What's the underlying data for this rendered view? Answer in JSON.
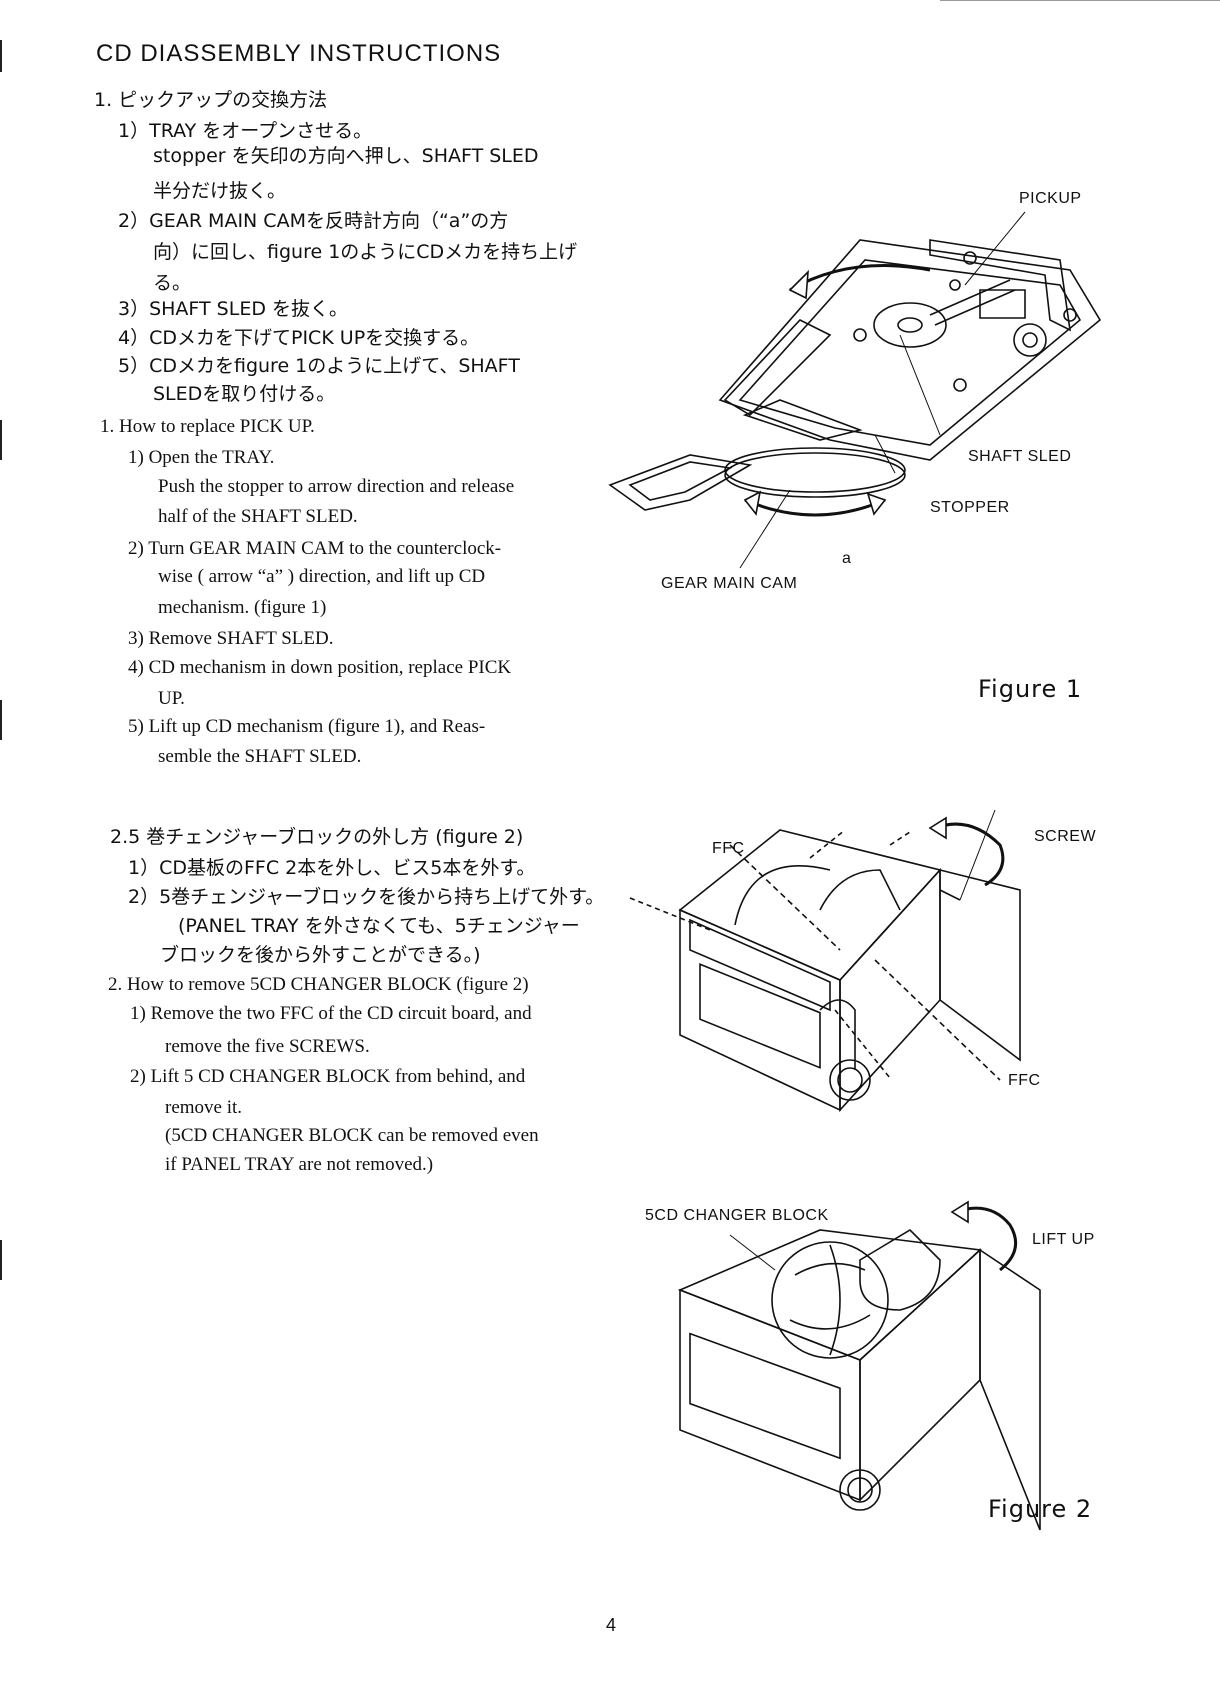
{
  "title": "CD DIASSEMBLY INSTRUCTIONS",
  "section1_jp": {
    "heading": "1. ピックアップの交換方法",
    "lines": [
      "1）TRAY をオープンさせる。",
      "stopper を矢印の方向へ押し、SHAFT SLED",
      "半分だけ抜く。",
      "2）GEAR MAIN CAMを反時計方向（“a”の方",
      "向）に回し、figure 1のようにCDメカを持ち上げ",
      "る。",
      "3）SHAFT SLED を抜く。",
      "4）CDメカを下げてPICK UPを交換する。",
      "5）CDメカをfigure 1のように上げて、SHAFT",
      "SLEDを取り付ける。"
    ]
  },
  "section1_en": {
    "heading": "1. How to replace PICK UP.",
    "lines": [
      "1)  Open the TRAY.",
      "Push the stopper to arrow direction and release",
      "half of the SHAFT SLED.",
      "2)  Turn GEAR MAIN CAM to the counterclock-",
      "wise ( arrow  “a” ) direction, and lift up CD",
      "mechanism.  (figure 1)",
      "3)  Remove SHAFT SLED.",
      "4)  CD mechanism in down position, replace PICK",
      "UP.",
      "5)  Lift up CD mechanism (figure 1), and Reas-",
      "semble the SHAFT SLED."
    ]
  },
  "section2_jp": {
    "heading": "2.5 巻チェンジャーブロックの外し方 (figure 2)",
    "lines": [
      "1）CD基板のFFC 2本を外し、ビス5本を外す。",
      "2）5巻チェンジャーブロックを後から持ち上げて外す。",
      "(PANEL TRAY を外さなくても、5チェンジャー",
      "ブロックを後から外すことができる。)"
    ]
  },
  "section2_en": {
    "heading": "2. How to remove 5CD CHANGER BLOCK (figure 2)",
    "lines": [
      "1)  Remove the two FFC of the CD circuit board, and",
      "remove the five SCREWS.",
      "2)  Lift 5 CD CHANGER BLOCK from behind, and",
      "remove it.",
      "(5CD CHANGER BLOCK can be removed even",
      "if PANEL TRAY are not removed.)"
    ]
  },
  "figure1": {
    "caption": "Figure  1",
    "labels": {
      "pickup": "PICKUP",
      "shaft_sled": "SHAFT  SLED",
      "stopper": "STOPPER",
      "gear_main_cam": "GEAR  MAIN  CAM",
      "arrow_a": "a"
    }
  },
  "figure2": {
    "caption": "Figure  2",
    "labels": {
      "ffc_top": "FFC",
      "screw": "SCREW",
      "ffc_bottom": "FFC",
      "changer_block": "5CD  CHANGER  BLOCK",
      "lift_up": "LIFT  UP"
    }
  },
  "page_number": "4"
}
